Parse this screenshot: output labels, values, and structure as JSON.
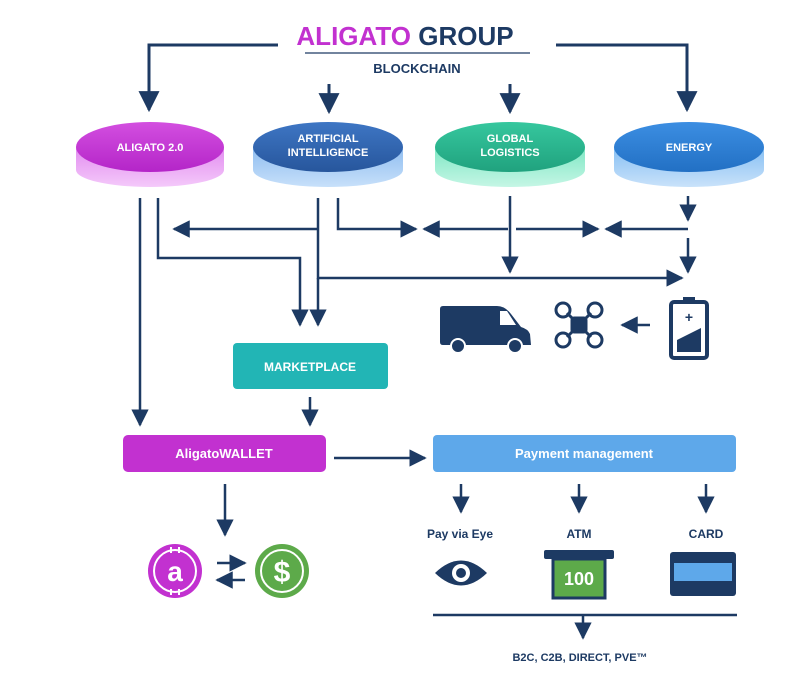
{
  "header": {
    "title_part1": "ALIGATO",
    "title_part2": " GROUP",
    "subtitle": "BLOCKCHAIN"
  },
  "pillars": [
    {
      "id": "aligato",
      "lines": [
        "ALIGATO 2.0"
      ],
      "color": "#c231d0"
    },
    {
      "id": "ai",
      "lines": [
        "ARTIFICIAL",
        "INTELLIGENCE"
      ],
      "color": "#2f63b0"
    },
    {
      "id": "logistics",
      "lines": [
        "GLOBAL",
        "LOGISTICS"
      ],
      "color": "#26b58f"
    },
    {
      "id": "energy",
      "lines": [
        "ENERGY"
      ],
      "color": "#2a7fd6"
    }
  ],
  "boxes": {
    "marketplace": "MARKETPLACE",
    "wallet": "AligatoWALLET",
    "payment": "Payment management"
  },
  "payment_options": {
    "eye": "Pay via Eye",
    "atm": "ATM",
    "atm_value": "100",
    "card": "CARD"
  },
  "footer": "B2C, C2B, DIRECT, PVE™",
  "icons": [
    "van-icon",
    "drone-icon",
    "battery-icon",
    "aligato-coin-icon",
    "dollar-coin-icon",
    "eye-icon",
    "atm-icon",
    "card-icon"
  ],
  "colors": {
    "navy": "#1d3a63",
    "purple": "#c231d0",
    "teal": "#22b5b5",
    "payment_blue": "#5ea8ea",
    "green": "#5daa4a"
  }
}
